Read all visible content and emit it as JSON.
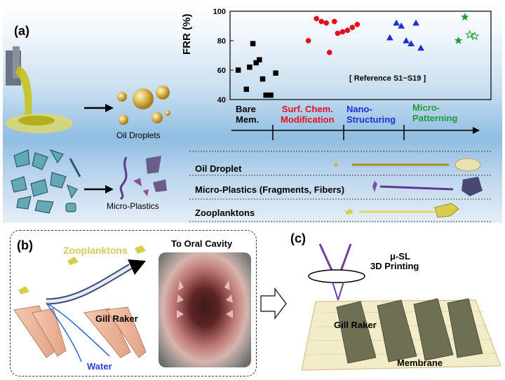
{
  "panel_a": {
    "label": "(a)",
    "oil_label": "Oil Droplets",
    "plastic_label": "Micro-Plastics",
    "chart": {
      "ylabel": "FRR (%)",
      "reference": "[ Reference S1~S19 ]",
      "categories": [
        {
          "line1": "Bare",
          "line2": "Mem.",
          "color": "#000000"
        },
        {
          "line1": "Surf. Chem.",
          "line2": "Modification",
          "color": "#e0101e"
        },
        {
          "line1": "Nano-",
          "line2": "Structuring",
          "color": "#1b2fd6"
        },
        {
          "line1": "Micro-",
          "line2": "Patterning",
          "color": "#1f9a3a"
        }
      ]
    },
    "rows": [
      {
        "label": "Oil Droplet"
      },
      {
        "label": "Micro-Plastics (Fragments, Fibers)"
      },
      {
        "label": "Zooplanktons"
      }
    ]
  },
  "panel_b": {
    "label": "(b)",
    "zooplanktons": "Zooplanktons",
    "oral": "To Oral Cavity",
    "gill_raker": "Gill Raker",
    "water": "Water"
  },
  "panel_c": {
    "label": "(c)",
    "line1": "μ-SL",
    "line2": "3D Printing",
    "gill_raker": "Gill Raker",
    "membrane": "Membrane"
  },
  "chart_data": {
    "type": "scatter",
    "ylabel": "FRR (%)",
    "ylim": [
      40,
      100
    ],
    "yticks": [
      40,
      60,
      80,
      100
    ],
    "series": [
      {
        "name": "Bare Mem.",
        "marker": "square",
        "color": "#000000",
        "x": [
          0.5,
          1,
          1.2,
          1.4,
          1.6,
          1.8,
          2,
          2.2,
          2.5,
          2.8
        ],
        "y": [
          60,
          47,
          62,
          78,
          65,
          67,
          54,
          43,
          43,
          58
        ]
      },
      {
        "name": "Surf. Chem. Modification",
        "marker": "circle",
        "color": "#e0101e",
        "x": [
          4.8,
          5.3,
          5.6,
          5.9,
          6.1,
          6.4,
          6.6,
          6.9,
          7.2,
          7.5,
          7.8
        ],
        "y": [
          80,
          95,
          93,
          92,
          72,
          93,
          85,
          86,
          87,
          89,
          91
        ]
      },
      {
        "name": "Nano-Structuring",
        "marker": "triangle",
        "color": "#1b2fd6",
        "x": [
          9.8,
          10.2,
          10.5,
          10.8,
          11.1,
          11.4,
          11.7
        ],
        "y": [
          82,
          92,
          90,
          80,
          78,
          92,
          75
        ]
      },
      {
        "name": "Micro-Patterning",
        "marker": "star",
        "color": "#1f9a3a",
        "x": [
          14,
          14.4,
          14.7,
          15.0
        ],
        "y": [
          80,
          96,
          84,
          83
        ],
        "hollow": [
          false,
          false,
          true,
          true
        ]
      }
    ]
  }
}
